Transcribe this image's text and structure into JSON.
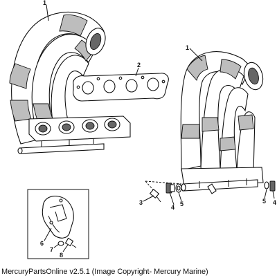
{
  "callouts": {
    "c1a": "1",
    "c1b": "1",
    "c2": "2",
    "c3": "3",
    "c4a": "4",
    "c4b": "4",
    "c5a": "5",
    "c5b": "5",
    "c6": "6",
    "c7": "7",
    "c8": "8"
  },
  "caption": "MercuryPartsOnline v2.5.1 (Image Copyright- Mercury Marine)"
}
